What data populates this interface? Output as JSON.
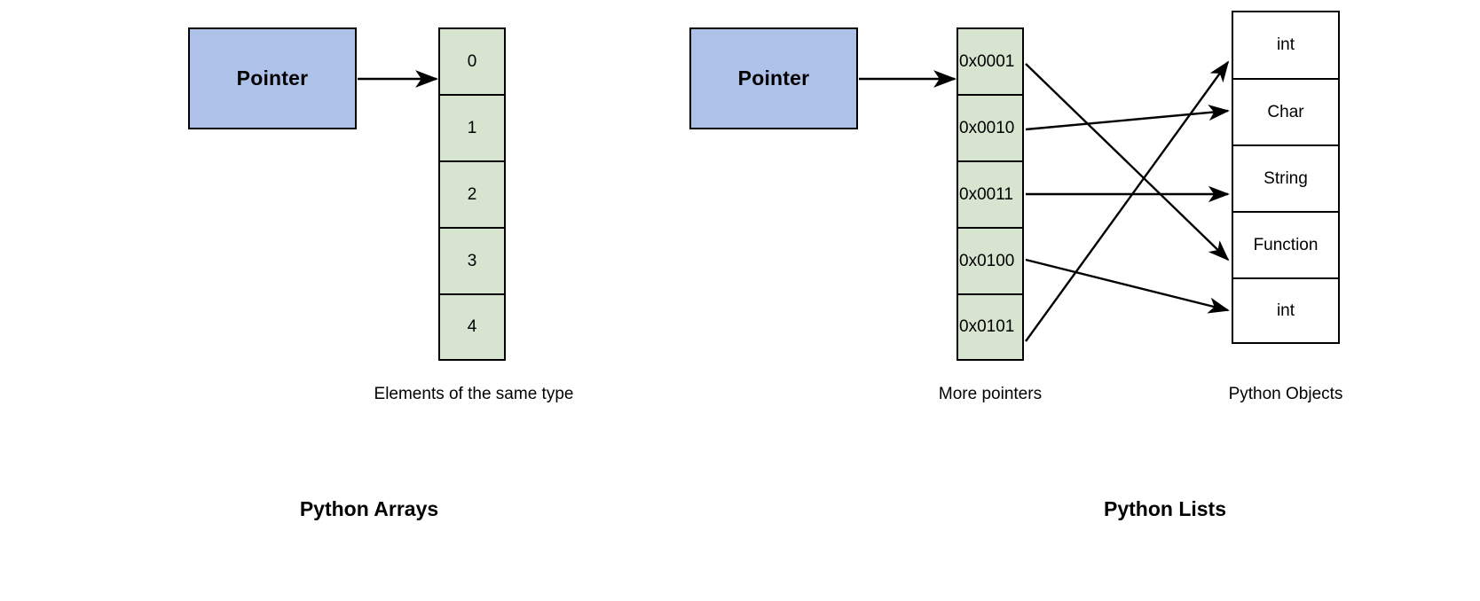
{
  "diagram": {
    "left": {
      "title": "Python Arrays",
      "pointer_label": "Pointer",
      "caption": "Elements of the same type",
      "cells": [
        "0",
        "1",
        "2",
        "3",
        "4"
      ]
    },
    "right": {
      "title": "Python Lists",
      "pointer_label": "Pointer",
      "pointer_caption": "More pointers",
      "objects_caption": "Python Objects",
      "addresses": [
        "0x0001",
        "0x0010",
        "0x0011",
        "0x0100",
        "0x0101"
      ],
      "objects": [
        "int",
        "Char",
        "String",
        "Function",
        "int"
      ],
      "links": [
        {
          "from": "0x0001",
          "to": "Function"
        },
        {
          "from": "0x0010",
          "to": "Char"
        },
        {
          "from": "0x0011",
          "to": "String"
        },
        {
          "from": "0x0100",
          "to": "int"
        },
        {
          "from": "0x0101",
          "to": "int"
        }
      ]
    },
    "colors": {
      "pointer_fill": "#aec1e8",
      "cell_fill": "#d7e5d0",
      "object_fill": "#ffffff",
      "stroke": "#000000",
      "background": "#ffffff"
    }
  }
}
